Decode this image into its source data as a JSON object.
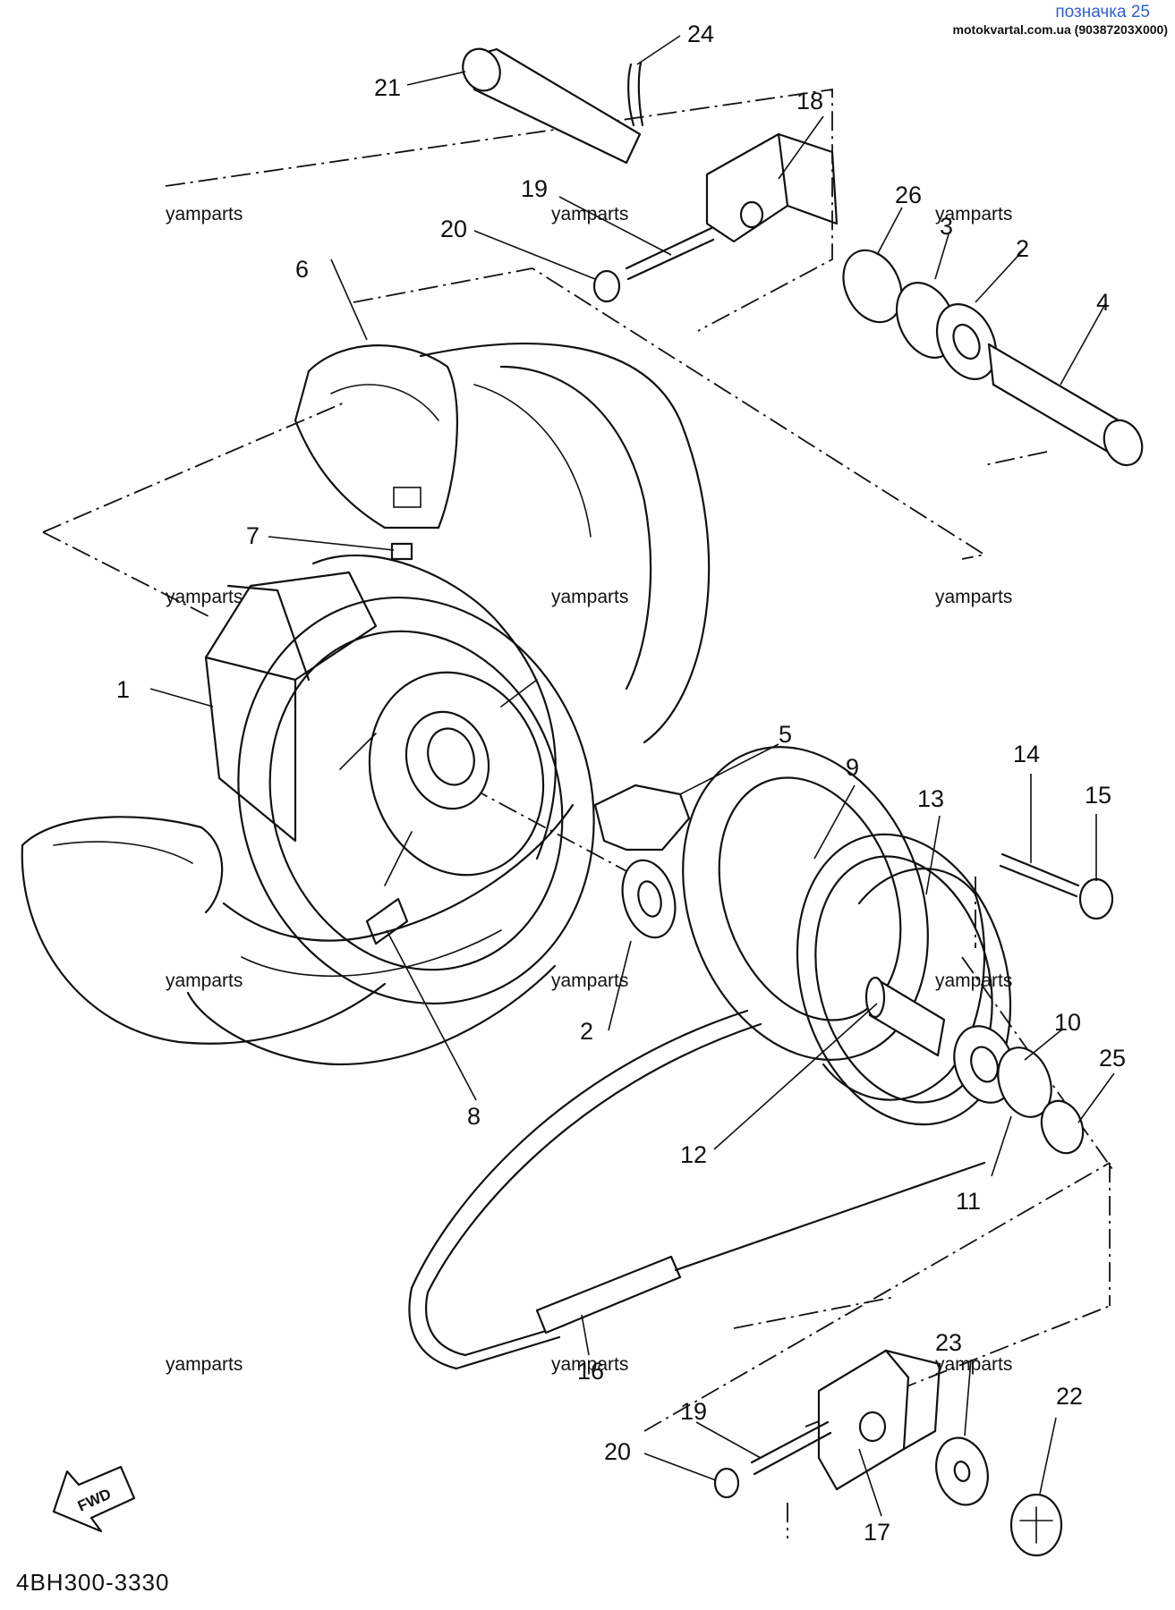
{
  "header": {
    "tag": "позначка 25",
    "source": "motokvartal.com.ua (90387203X000)"
  },
  "watermark": "yamparts",
  "diagram_code": "4BH300-3330",
  "fwd_label": "FWD",
  "callouts": {
    "c1": "1",
    "c2a": "2",
    "c2b": "2",
    "c3": "3",
    "c4": "4",
    "c5": "5",
    "c6": "6",
    "c7": "7",
    "c8": "8",
    "c9": "9",
    "c10": "10",
    "c11": "11",
    "c12": "12",
    "c13": "13",
    "c14": "14",
    "c15": "15",
    "c16": "16",
    "c17": "17",
    "c18": "18",
    "c19a": "19",
    "c19b": "19",
    "c20a": "20",
    "c20b": "20",
    "c21": "21",
    "c22": "22",
    "c23": "23",
    "c24": "24",
    "c25": "25",
    "c26": "26"
  }
}
